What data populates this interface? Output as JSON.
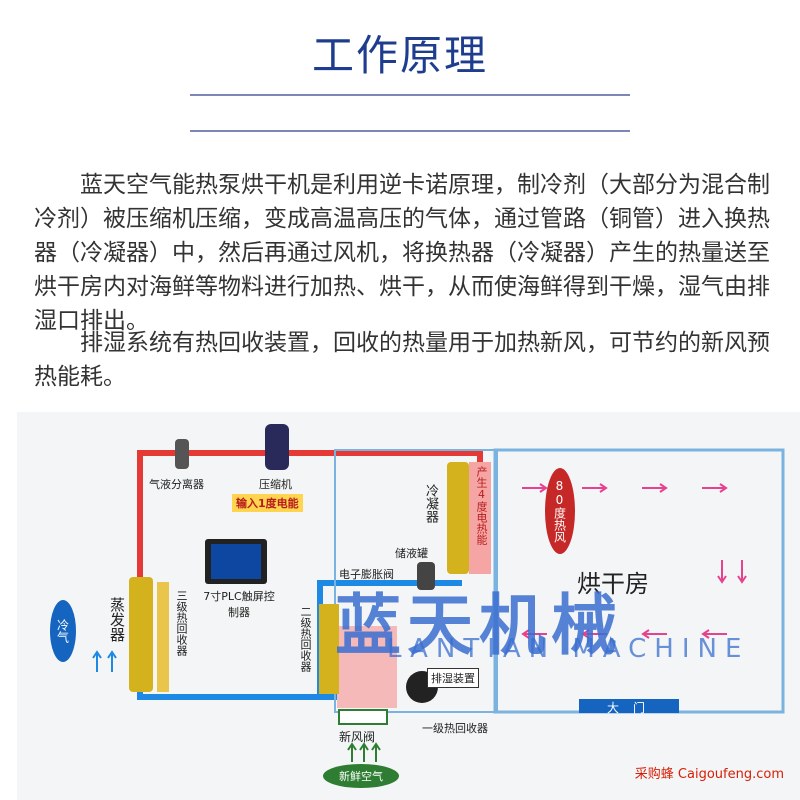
{
  "title": "工作原理",
  "paragraphs": [
    "　　蓝天空气能热泵烘干机是利用逆卡诺原理，制冷剂（大部分为混合制冷剂）被压缩机压缩，变成高温高压的气体，通过管路（铜管）进入换热器（冷凝器）中，然后再通过风机，将换热器（冷凝器）产生的热量送至烘干房内对海鲜等物料进行加热、烘干，从而使海鲜得到干燥，湿气由排湿口排出。",
    "　　排湿系统有热回收装置，回收的热量用于加热新风，可节约的新风预热能耗。"
  ],
  "diagram": {
    "components": {
      "gas_liquid_separator": "气液分离器",
      "compressor": "压缩机",
      "power_input": "输入1度电能",
      "condenser": "冷凝器",
      "produce_heat": "产生4度电热能",
      "receiver": "储液罐",
      "expansion_valve": "电子膨胀阀",
      "plc_controller": "7寸PLC触屏控制器",
      "evaporator": "蒸发器",
      "heat_recovery_3": "三级热回收器",
      "heat_recovery_2": "二级热回收器",
      "heat_recovery_1": "一级热回收器",
      "dehumidify": "排湿装置",
      "fresh_air_valve": "新风阀",
      "fresh_air": "新鲜空气",
      "cold_air": "冷气",
      "hot_air": "80度热风",
      "drying_room": "烘干房",
      "door": "大门"
    },
    "watermark": {
      "brand": "蓝天机械",
      "brand_en": "LANTIAN MACHINE"
    },
    "colors": {
      "hot_pipe": "#e53935",
      "cold_pipe": "#1e88e5",
      "room_border": "#7bb3e0",
      "arrow_hot": "#e8418e",
      "coil": "#d4b21e",
      "pill_red": "#c62828",
      "pill_blue": "#1565c0",
      "pill_green": "#2e7d32"
    }
  },
  "footer": "采购蜂 Caigoufeng.com"
}
